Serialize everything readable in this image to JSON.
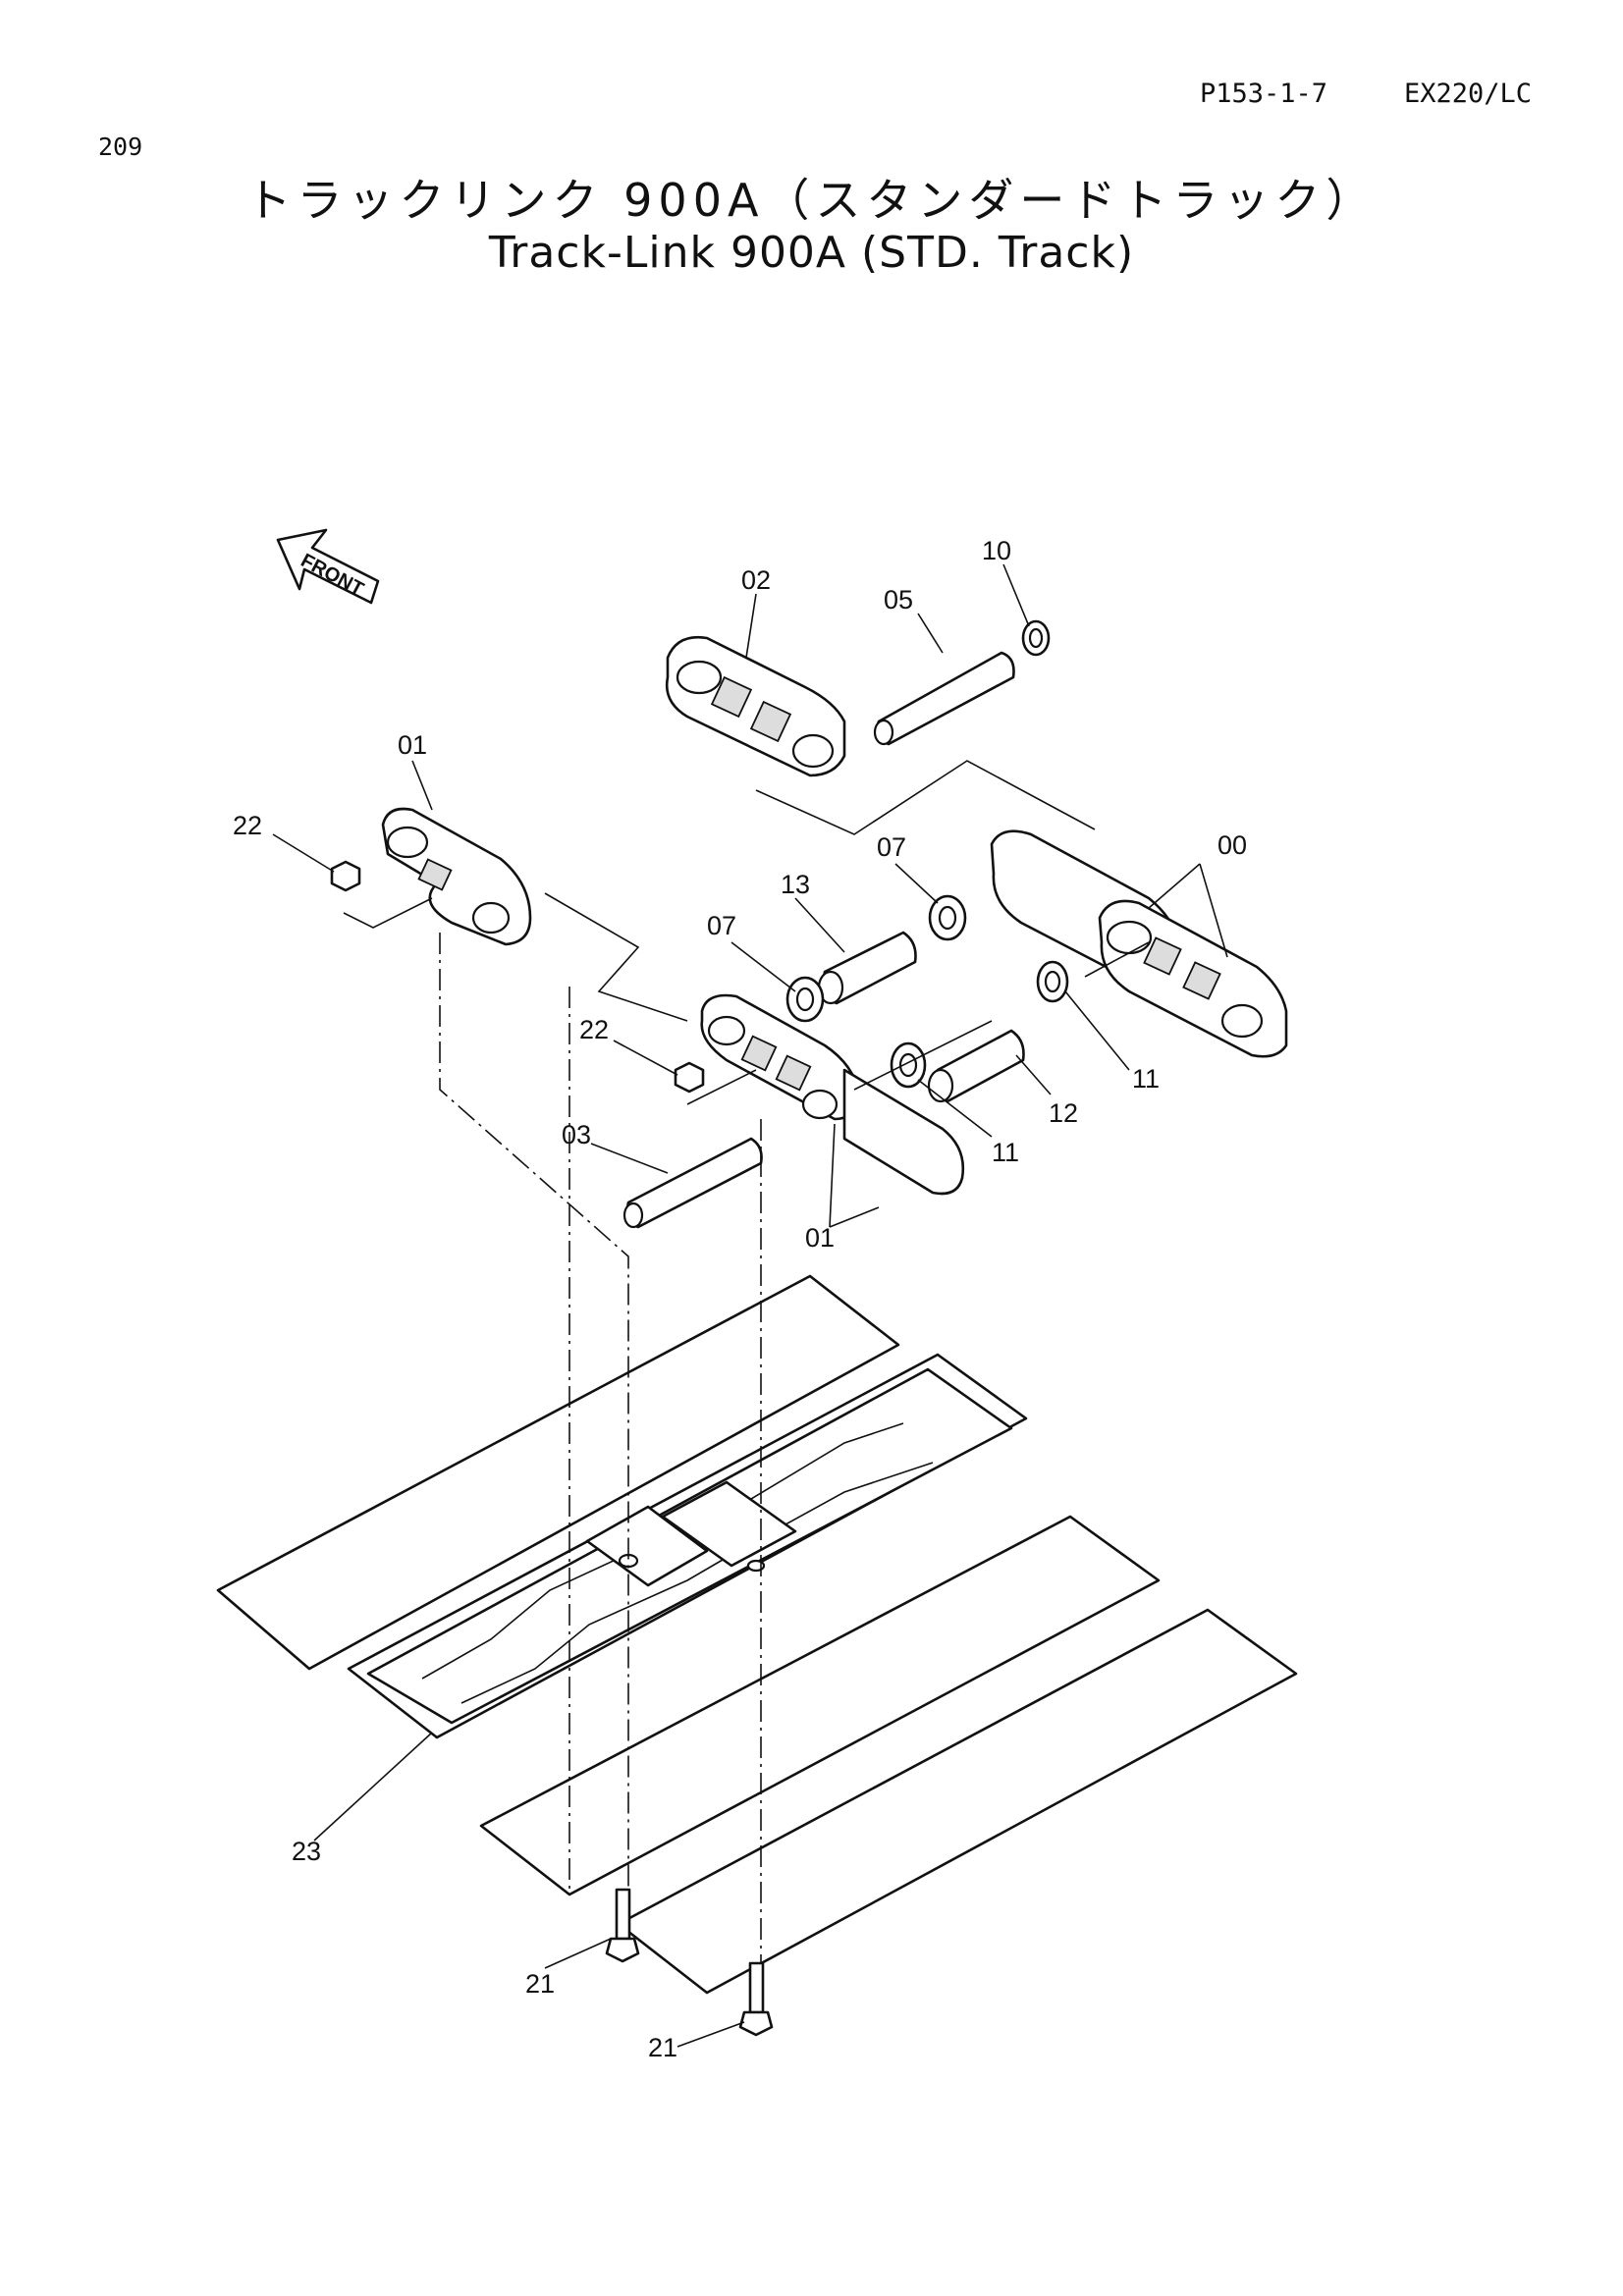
{
  "page_number": "209",
  "reference_code": "P153-1-7",
  "model": "EX220/LC",
  "title_japanese": "トラックリンク 900A（スタンダードトラック）",
  "title_english": "Track-Link 900A (STD. Track)",
  "front_arrow_label": "FRONT",
  "callouts": {
    "c00": "00",
    "c01a": "01",
    "c01b": "01",
    "c02": "02",
    "c03": "03",
    "c05": "05",
    "c07a": "07",
    "c07b": "07",
    "c10": "10",
    "c11a": "11",
    "c11b": "11",
    "c12": "12",
    "c13": "13",
    "c21a": "21",
    "c21b": "21",
    "c22a": "22",
    "c22b": "22",
    "c23": "23"
  }
}
